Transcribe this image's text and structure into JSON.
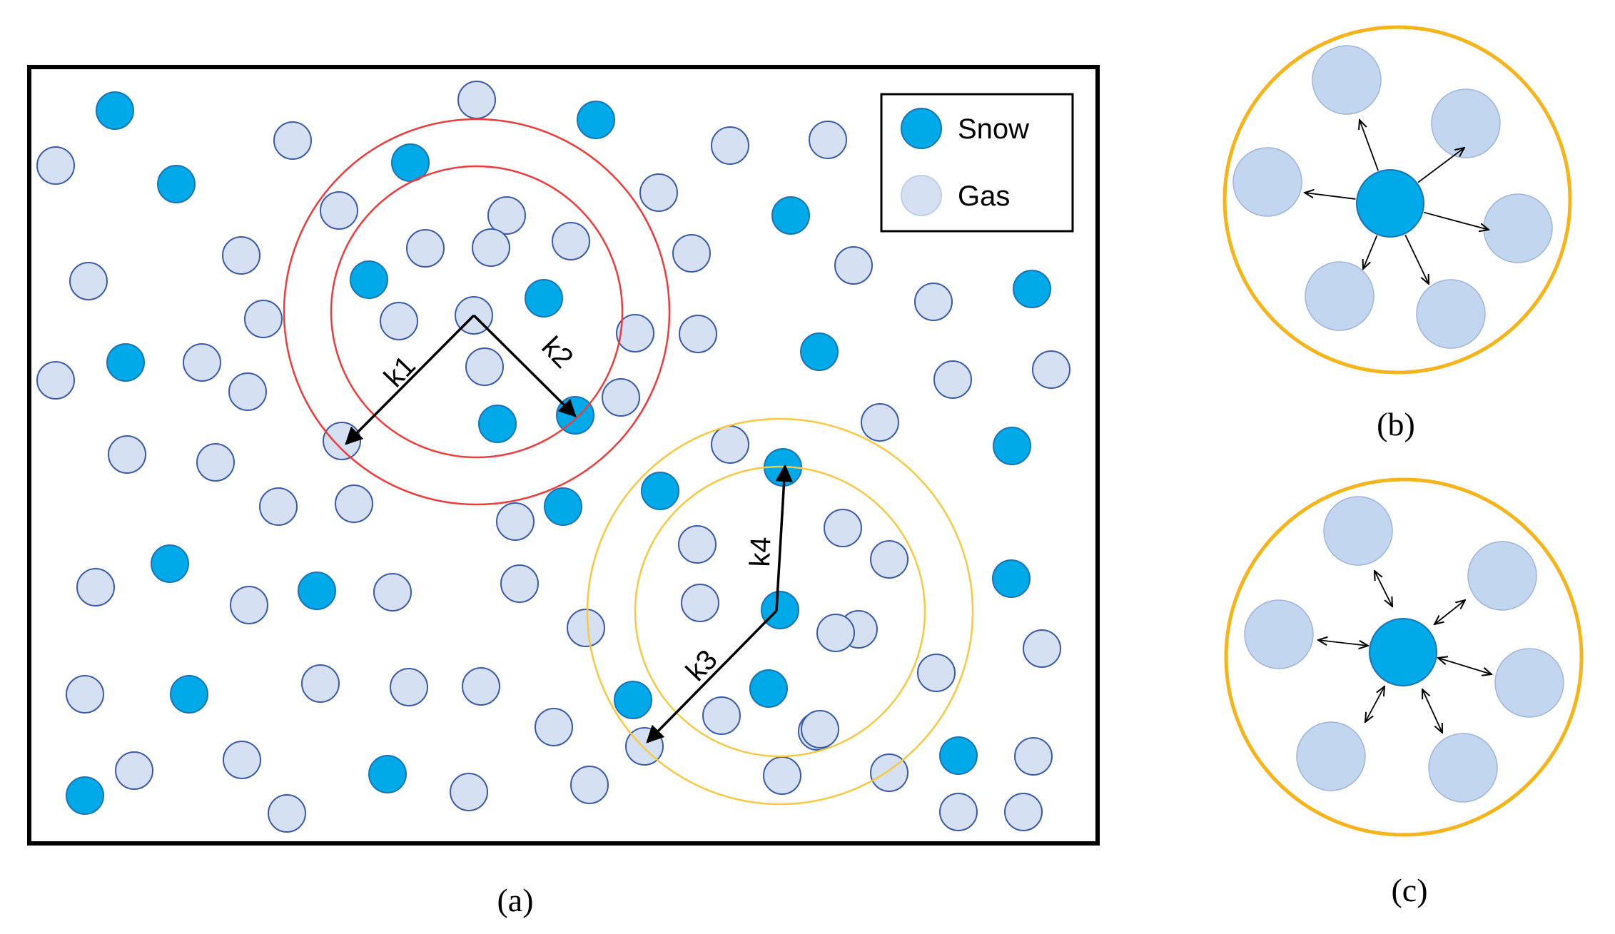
{
  "legend": {
    "items": [
      {
        "label": "Snow",
        "color": "#00aae8"
      },
      {
        "label": "Gas",
        "color": "#cddcf2"
      }
    ]
  },
  "arrows": {
    "k1": "k1",
    "k2": "k2",
    "k3": "k3",
    "k4": "k4"
  },
  "captions": {
    "a": "(a)",
    "b": "(b)",
    "c": "(c)"
  },
  "colors": {
    "snow_fill": "#00aae8",
    "snow_stroke": "#1a73b5",
    "gas_fill": "#d5e1f3",
    "gas_stroke": "#3a5aa8",
    "ring_red": "#ee3b3b",
    "ring_yellow": "#f7c842",
    "frame": "#000000",
    "orbit_gas_fill": "#c3d6f0",
    "orbit_gas_stroke": "#9fb5d8",
    "orbit_ring": "#f4b41a"
  }
}
